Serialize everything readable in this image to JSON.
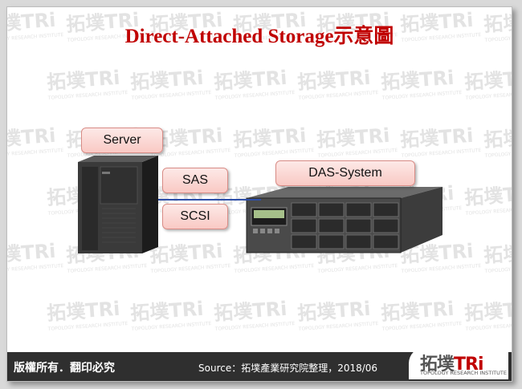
{
  "title": "Direct-Attached Storage示意圖",
  "labels": {
    "server": "Server",
    "sas": "SAS",
    "scsi": "SCSI",
    "das": "DAS-System"
  },
  "watermark": {
    "cn": "拓墣",
    "tri": "TRi",
    "sub": "TOPOLOGY RESEARCH INSTITUTE"
  },
  "footer": {
    "copyright": "版權所有．翻印必究",
    "source": "Source：拓墣產業研究院整理，2018/06",
    "logo_cn": "拓墣",
    "logo_tri": "TRi",
    "logo_sub": "TOPOLOGY RESEARCH INSTITUTE"
  },
  "colors": {
    "title": "#c00000",
    "label_fill": "#f9c9c4",
    "connector": "#2e4fa8",
    "footer_bg": "#2f2f2f"
  }
}
